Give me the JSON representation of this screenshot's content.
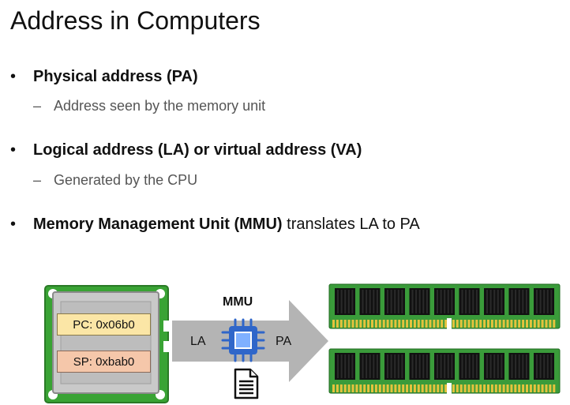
{
  "title": "Address in Computers",
  "bullets": [
    {
      "bold": "Physical address (PA)",
      "rest": "",
      "sub": "Address seen by the memory unit"
    },
    {
      "bold": "Logical address (LA) or virtual address (VA)",
      "rest": "",
      "sub": "Generated by the CPU"
    },
    {
      "bold": "Memory Management Unit (MMU)",
      "rest": " translates LA to PA",
      "sub": ""
    }
  ],
  "diagram": {
    "cpu": {
      "pc_label": "PC: 0x06b0",
      "sp_label": "SP: 0xbab0"
    },
    "mmu_label": "MMU",
    "la_label": "LA",
    "pa_label": "PA",
    "icons": [
      "cpu-board-icon",
      "chip-icon",
      "document-icon",
      "memory-module-icon"
    ],
    "colors": {
      "board_green": "#39a334",
      "arrow_gray": "#b4b4b4",
      "chip_blue": "#2f66c9",
      "pc_fill": "#fbe6a6",
      "sp_fill": "#f5c7aa",
      "ram_green": "#3a9b3a",
      "ram_gold": "#e5c33e"
    }
  }
}
